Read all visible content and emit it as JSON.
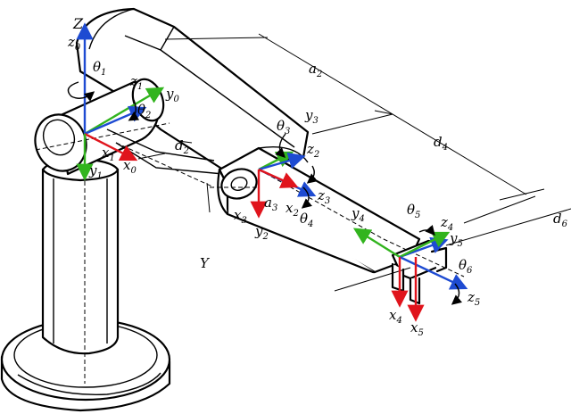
{
  "colors": {
    "x_axis": "#e0141c",
    "y_axis": "#32b41e",
    "z_axis": "#1e4bd2",
    "outline": "#000000"
  },
  "labels": {
    "Z": "Z",
    "z0": [
      "z",
      "0"
    ],
    "theta1": [
      "θ",
      "1"
    ],
    "z1": [
      "z",
      "1"
    ],
    "y0": [
      "y",
      "0"
    ],
    "theta2": [
      "θ",
      "2"
    ],
    "x1": [
      "x",
      "1"
    ],
    "y1": [
      "y",
      "1"
    ],
    "x0": [
      "x",
      "0"
    ],
    "d2": [
      "d",
      "2"
    ],
    "a2": [
      "a",
      "2"
    ],
    "theta3": [
      "θ",
      "3"
    ],
    "y3": [
      "y",
      "3"
    ],
    "z2": [
      "z",
      "2"
    ],
    "d4": [
      "d",
      "4"
    ],
    "z3": [
      "z",
      "3"
    ],
    "a3": [
      "a",
      "3"
    ],
    "x2": [
      "x",
      "2"
    ],
    "x3": [
      "x",
      "3"
    ],
    "y2": [
      "y",
      "2"
    ],
    "theta4": [
      "θ",
      "4"
    ],
    "y4": [
      "y",
      "4"
    ],
    "theta5": [
      "θ",
      "5"
    ],
    "z4": [
      "z",
      "4"
    ],
    "y5": [
      "y",
      "5"
    ],
    "d6": [
      "d",
      "6"
    ],
    "theta6": [
      "θ",
      "6"
    ],
    "z5": [
      "z",
      "5"
    ],
    "x4": [
      "x",
      "4"
    ],
    "x5": [
      "x",
      "5"
    ],
    "Y": "Y"
  }
}
